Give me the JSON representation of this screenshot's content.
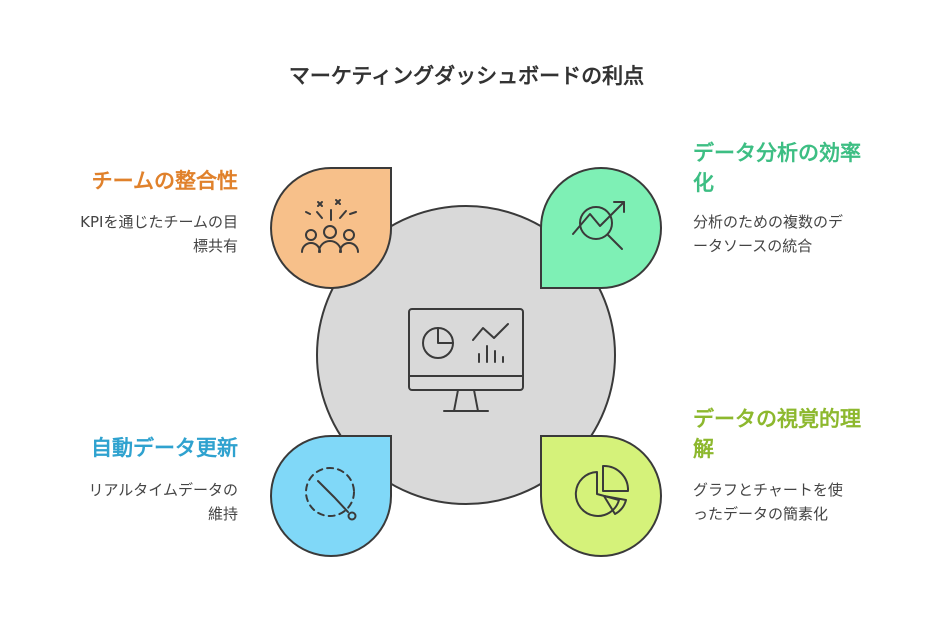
{
  "title": "マーケティングダッシュボードの利点",
  "colors": {
    "orange": "#F7C08A",
    "green": "#7EF0B5",
    "blue": "#80D8F8",
    "lime": "#D5F27A",
    "center": "#D9D9D9",
    "stroke": "#3A3A3A",
    "heading_orange": "#E0812B",
    "heading_green": "#3DBE83",
    "heading_blue": "#2FA2CF",
    "heading_lime": "#8DB82E"
  },
  "items": {
    "team": {
      "heading": "チームの整合性",
      "desc": [
        "KPIを通じたチームの目",
        "標共有"
      ],
      "icon": "team-celebration-icon"
    },
    "analysis": {
      "heading": [
        "データ分析の効率",
        "化"
      ],
      "desc": [
        "分析のための複数のデ",
        "ータソースの統合"
      ],
      "icon": "search-trend-icon"
    },
    "realtime": {
      "heading": "自動データ更新",
      "desc": [
        "リアルタイムデータの",
        "維持"
      ],
      "icon": "timer-icon"
    },
    "visual": {
      "heading": [
        "データの視覚的理",
        "解"
      ],
      "desc": [
        "グラフとチャートを使",
        "ったデータの簡素化"
      ],
      "icon": "pie-chart-icon"
    }
  },
  "center_icon": "dashboard-monitor-icon"
}
